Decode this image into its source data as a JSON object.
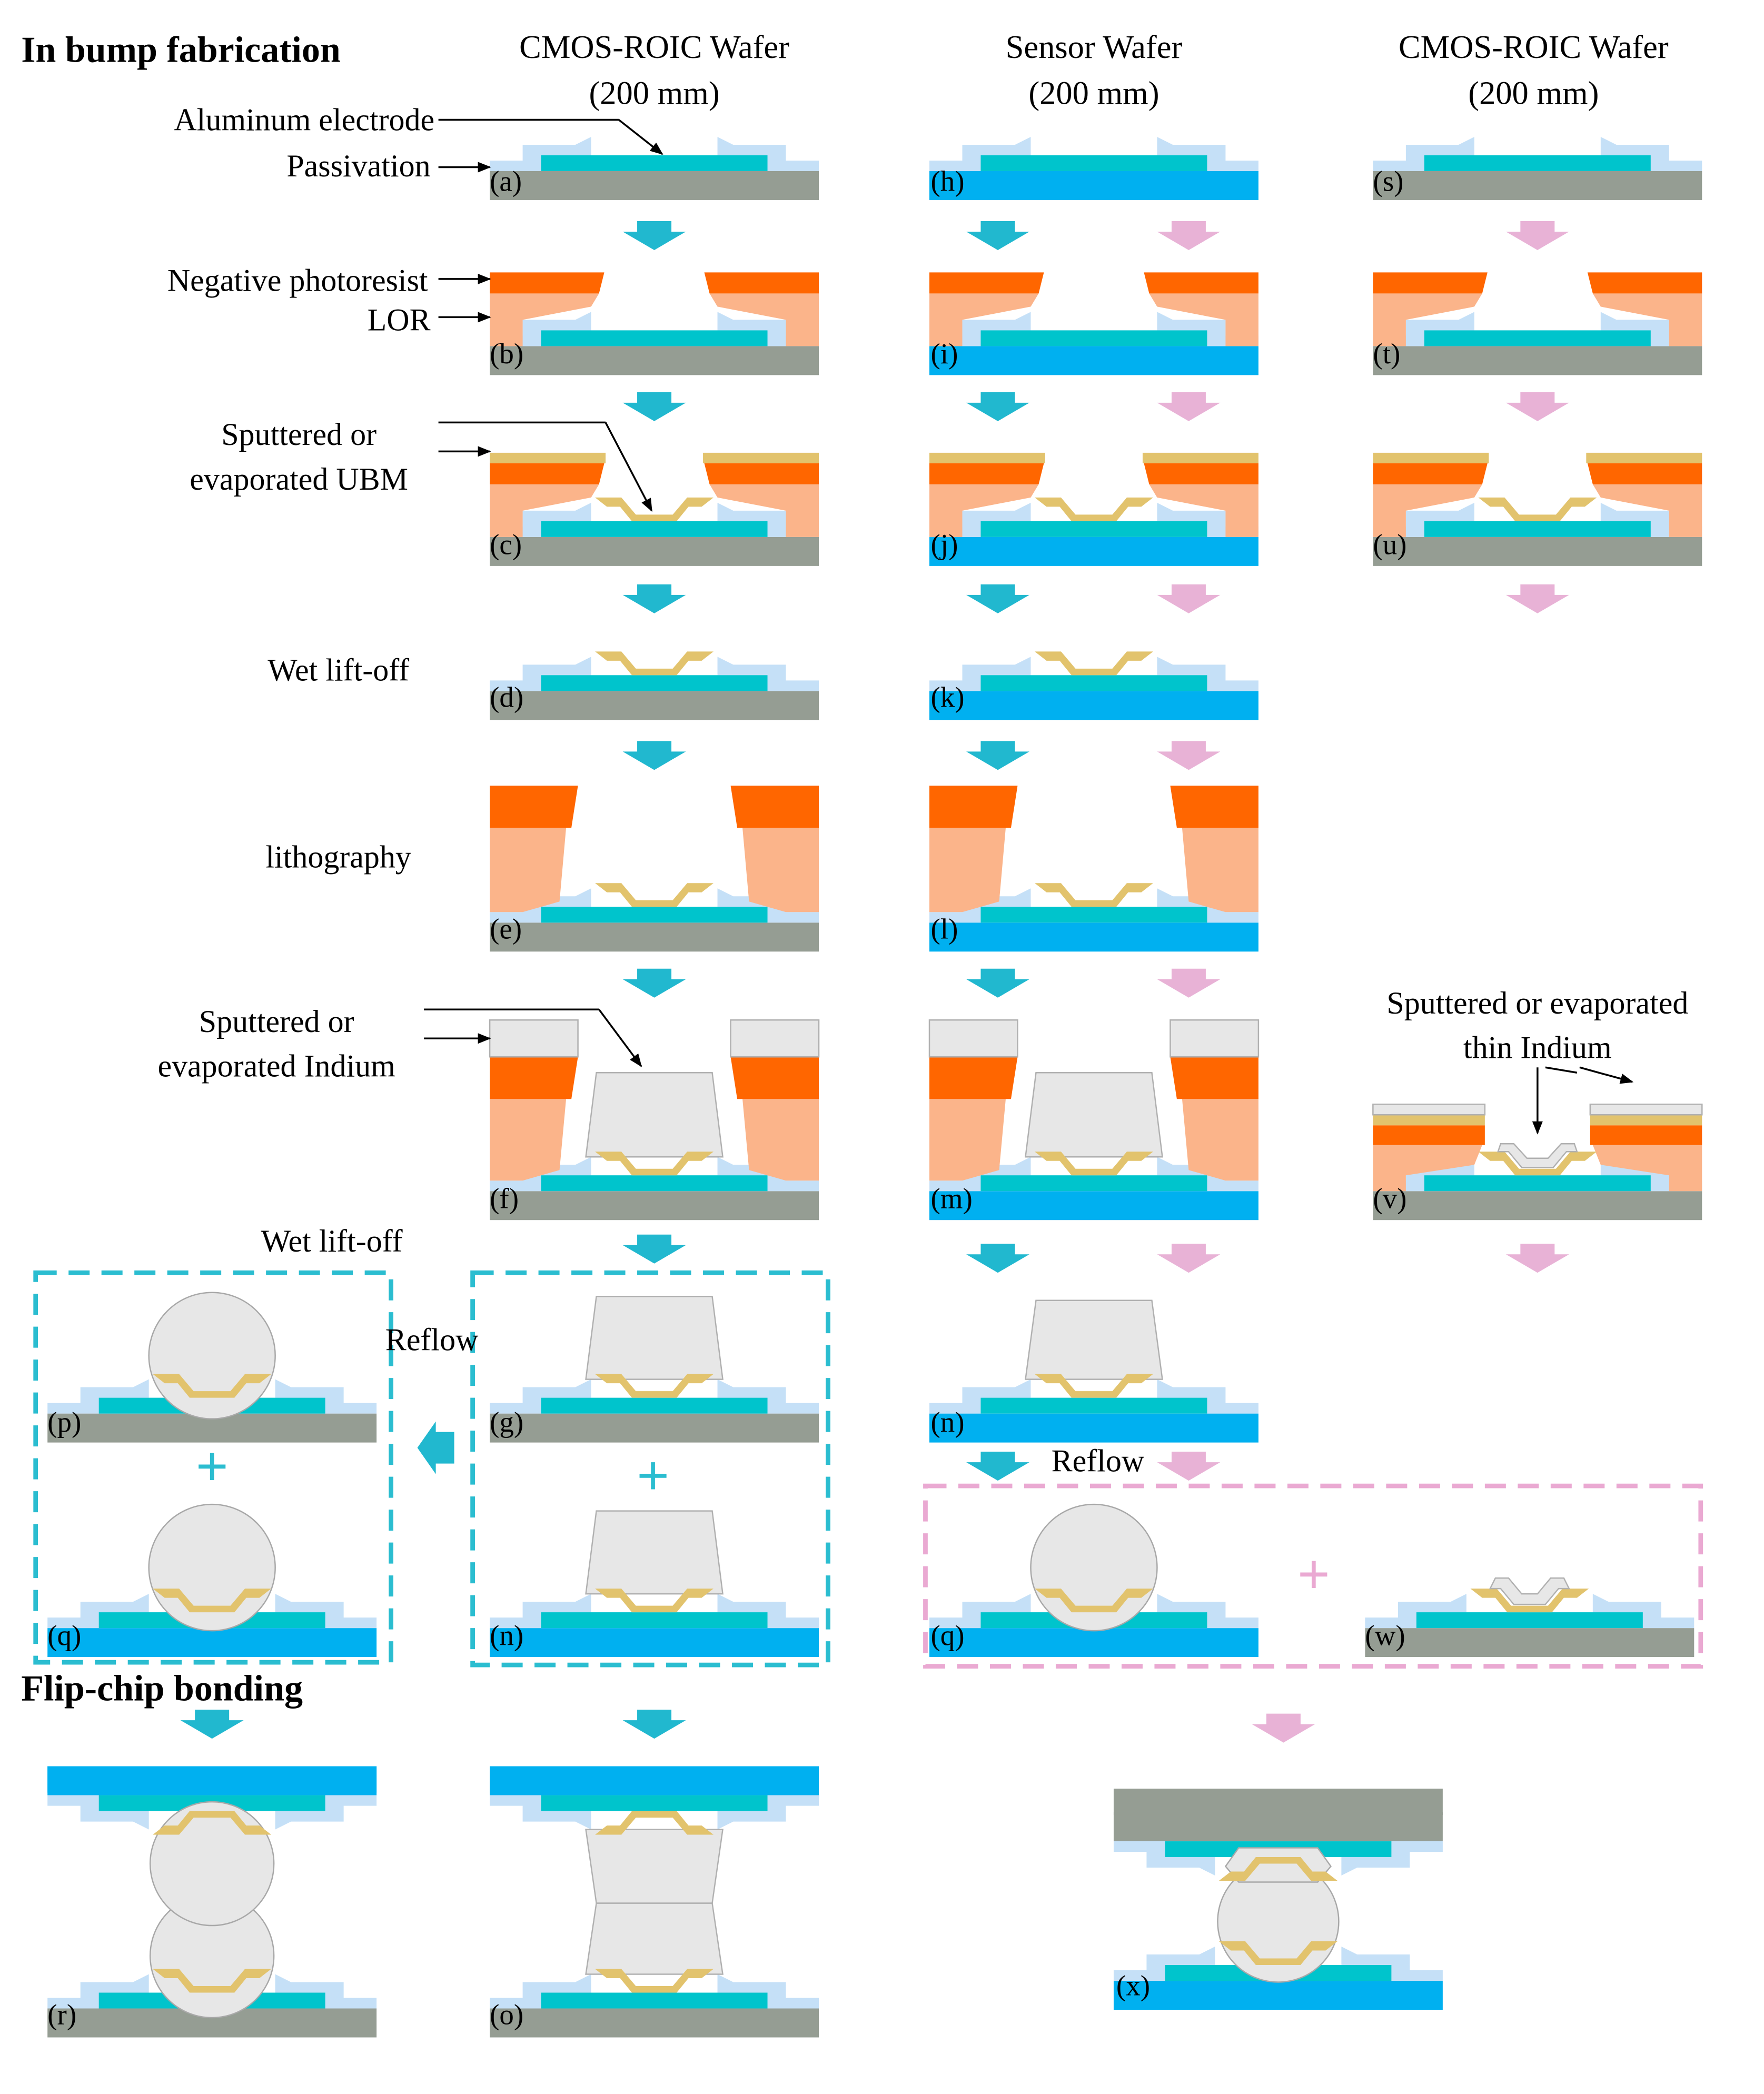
{
  "headings": {
    "bump": "In bump fabrication",
    "flip": "Flip-chip bonding"
  },
  "columns": {
    "cmos1": [
      "CMOS-ROIC Wafer",
      "(200 mm)"
    ],
    "sensor": [
      "Sensor Wafer",
      "(200 mm)"
    ],
    "cmos2": [
      "CMOS-ROIC Wafer",
      "(200 mm)"
    ]
  },
  "labels": {
    "aluminum": "Aluminum electrode",
    "passivation": "Passivation",
    "neg_pr": "Negative photoresist",
    "lor": "LOR",
    "ubm": [
      "Sputtered or",
      "evaporated UBM"
    ],
    "wet1": "Wet lift-off",
    "litho": "lithography",
    "indium": [
      "Sputtered or",
      "evaporated Indium"
    ],
    "wet2": "Wet lift-off",
    "reflow1": "Reflow",
    "reflow2": "Reflow",
    "thin_in": [
      "Sputtered or evaporated",
      "thin Indium"
    ]
  },
  "steps": {
    "a": "(a)",
    "b": "(b)",
    "c": "(c)",
    "d": "(d)",
    "e": "(e)",
    "f": "(f)",
    "g": "(g)",
    "h": "(h)",
    "i": "(i)",
    "j": "(j)",
    "k": "(k)",
    "l": "(l)",
    "m": "(m)",
    "n": "(n)",
    "o": "(o)",
    "p": "(p)",
    "q": "(q)",
    "r": "(r)",
    "s": "(s)",
    "t": "(t)",
    "u": "(u)",
    "v": "(v)",
    "w": "(w)",
    "x": "(x)"
  },
  "plus": "+",
  "colors": {
    "substrate_gray": "#959d93",
    "substrate_blue": "#00b0f0",
    "electrode": "#00c4cc",
    "passivation": "#c5e0f7",
    "photoresist": "#ff6600",
    "lor": "#fbb48a",
    "ubm": "#e2c36d",
    "indium": "#e7e7e7",
    "arrow_teal": "#21b8cf",
    "arrow_pink": "#e8b2d6",
    "box_teal": "#2bbdd0",
    "box_pink": "#eaa9d2"
  }
}
